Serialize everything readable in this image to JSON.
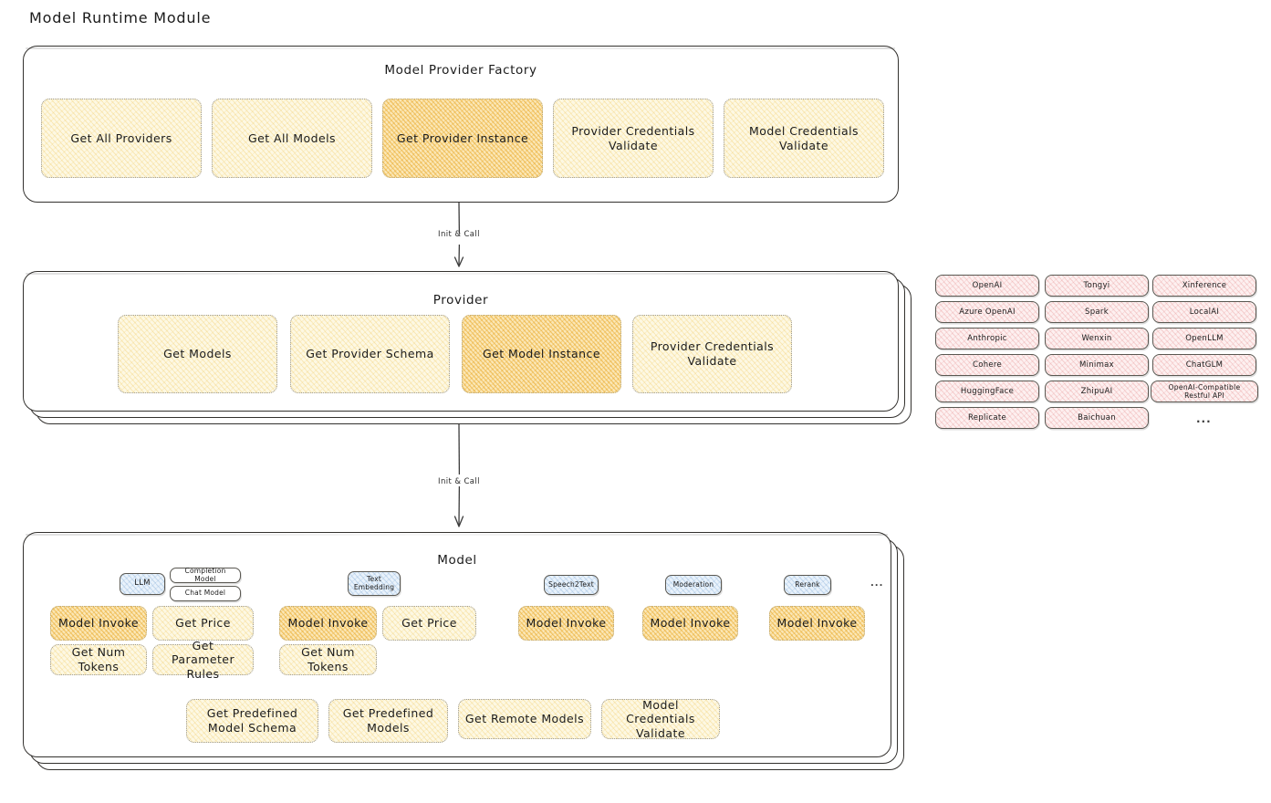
{
  "page": {
    "title": "Model Runtime Module"
  },
  "factory": {
    "title": "Model Provider Factory",
    "boxes": [
      {
        "label": "Get All Providers",
        "highlight": false
      },
      {
        "label": "Get All Models",
        "highlight": false
      },
      {
        "label": "Get Provider Instance",
        "highlight": true
      },
      {
        "label": "Provider Credentials Validate",
        "highlight": false
      },
      {
        "label": "Model Credentials Validate",
        "highlight": false
      }
    ]
  },
  "arrows": [
    {
      "label": "Init & Call"
    },
    {
      "label": "Init & Call"
    }
  ],
  "provider": {
    "title": "Provider",
    "boxes": [
      {
        "label": "Get Models",
        "highlight": false
      },
      {
        "label": "Get Provider Schema",
        "highlight": false
      },
      {
        "label": "Get Model Instance",
        "highlight": true
      },
      {
        "label": "Provider Credentials Validate",
        "highlight": false
      }
    ]
  },
  "provider_list": {
    "ellipsis": "...",
    "columns": [
      {
        "items": [
          "OpenAI",
          "Azure OpenAI",
          "Anthropic",
          "Cohere",
          "HuggingFace",
          "Replicate"
        ]
      },
      {
        "items": [
          "Tongyi",
          "Spark",
          "Wenxin",
          "Minimax",
          "ZhipuAI",
          "Baichuan"
        ]
      },
      {
        "items": [
          "Xinference",
          "LocalAI",
          "OpenLLM",
          "ChatGLM",
          "OpenAI-Compatible Restful API"
        ]
      }
    ]
  },
  "model": {
    "title": "Model",
    "ellipsis": "...",
    "types": [
      {
        "name": "LLM",
        "sub_chips": [
          "Completion Model",
          "Chat Model"
        ],
        "methods": [
          {
            "label": "Model Invoke",
            "highlight": true
          },
          {
            "label": "Get Price",
            "highlight": false
          },
          {
            "label": "Get Num Tokens",
            "highlight": false
          },
          {
            "label": "Get Parameter Rules",
            "highlight": false
          }
        ]
      },
      {
        "name": "Text Embedding",
        "sub_chips": [],
        "methods": [
          {
            "label": "Model Invoke",
            "highlight": true
          },
          {
            "label": "Get Price",
            "highlight": false
          },
          {
            "label": "Get Num Tokens",
            "highlight": false
          }
        ]
      },
      {
        "name": "Speech2Text",
        "sub_chips": [],
        "methods": [
          {
            "label": "Model Invoke",
            "highlight": true
          }
        ]
      },
      {
        "name": "Moderation",
        "sub_chips": [],
        "methods": [
          {
            "label": "Model Invoke",
            "highlight": true
          }
        ]
      },
      {
        "name": "Rerank",
        "sub_chips": [],
        "methods": [
          {
            "label": "Model Invoke",
            "highlight": true
          }
        ]
      }
    ],
    "common_methods": [
      {
        "label": "Get Predefined Model Schema"
      },
      {
        "label": "Get Predefined Models"
      },
      {
        "label": "Get Remote Models"
      },
      {
        "label": "Model Credentials Validate"
      }
    ]
  }
}
